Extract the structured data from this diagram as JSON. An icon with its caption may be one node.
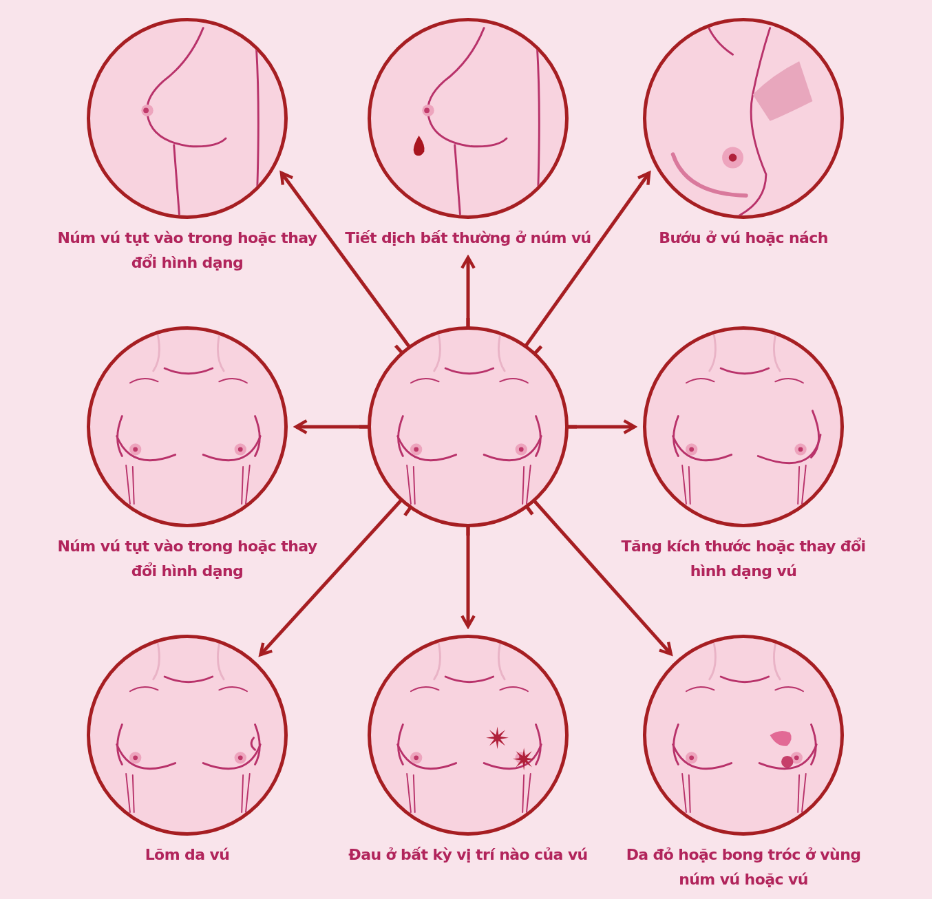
{
  "diagram": {
    "nodes": [
      {
        "text": [
          "Núm vú tụt vào trong hoặc thay đổi hình dạng"
        ]
      },
      {
        "text": [
          "Tiết dịch bất thường ở núm vú"
        ]
      },
      {
        "text": [
          "Bướu ở vú hoặc nách"
        ]
      },
      {
        "text": [
          "Núm vú tụt vào trong hoặc thay đổi hình dạng"
        ]
      },
      {
        "text": [],
        "shape": "picture"
      },
      {
        "text": [
          "Tăng kích thước hoặc thay đổi hình dạng vú"
        ]
      },
      {
        "text": [
          "Lõm da vú"
        ]
      },
      {
        "text": [
          "Đau ở bất kỳ vị trí nào của vú"
        ]
      },
      {
        "text": [
          "Da đỏ hoặc bong tróc ở vùng núm vú hoặc vú"
        ]
      }
    ],
    "edges": [
      {
        "from": 4,
        "to": 0,
        "arrow": "to"
      },
      {
        "from": 4,
        "to": 1,
        "arrow": "to"
      },
      {
        "from": 4,
        "to": 2,
        "arrow": "to"
      },
      {
        "from": 4,
        "to": 3,
        "arrow": "to"
      },
      {
        "from": 4,
        "to": 5,
        "arrow": "to"
      },
      {
        "from": 4,
        "to": 6,
        "arrow": "to"
      },
      {
        "from": 4,
        "to": 7,
        "arrow": "to"
      },
      {
        "from": 4,
        "to": 8,
        "arrow": "to"
      }
    ]
  }
}
